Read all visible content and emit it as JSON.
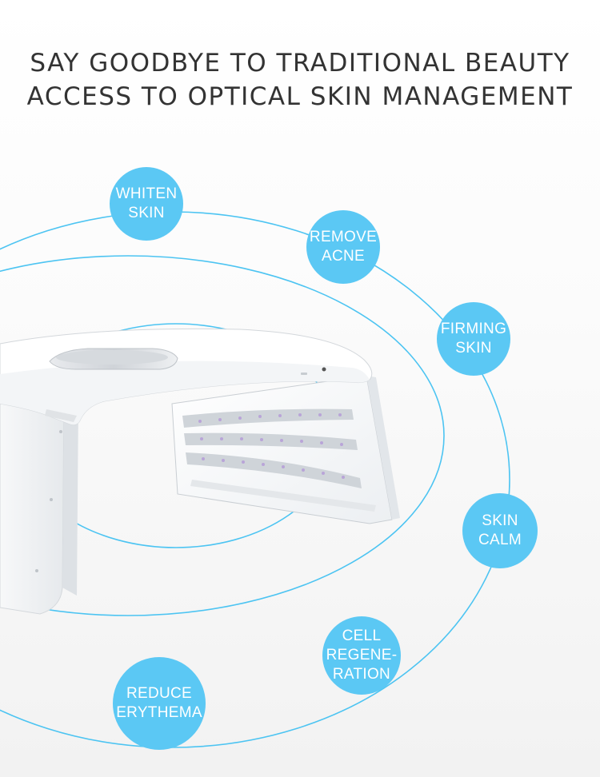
{
  "headline": {
    "line1": "SAY GOODBYE TO TRADITIONAL BEAUTY",
    "line2": "ACCESS TO OPTICAL SKIN MANAGEMENT"
  },
  "benefits": [
    {
      "line1": "WHITEN",
      "line2": "SKIN"
    },
    {
      "line1": "REMOVE",
      "line2": "ACNE"
    },
    {
      "line1": "FIRMING",
      "line2": "SKIN"
    },
    {
      "line1": "SKIN",
      "line2": "CALM"
    },
    {
      "line1": "CELL",
      "line2": "REGENE-",
      "line3": "RATION"
    },
    {
      "line1": "REDUCE",
      "line2": "ERYTHEMA"
    }
  ],
  "colors": {
    "accent": "#5bc8f4",
    "ring": "#4cc4f2",
    "headline": "#333333",
    "device": "#ffffff",
    "device_shadow": "#d9dde1",
    "led": "#b9a4d8"
  }
}
